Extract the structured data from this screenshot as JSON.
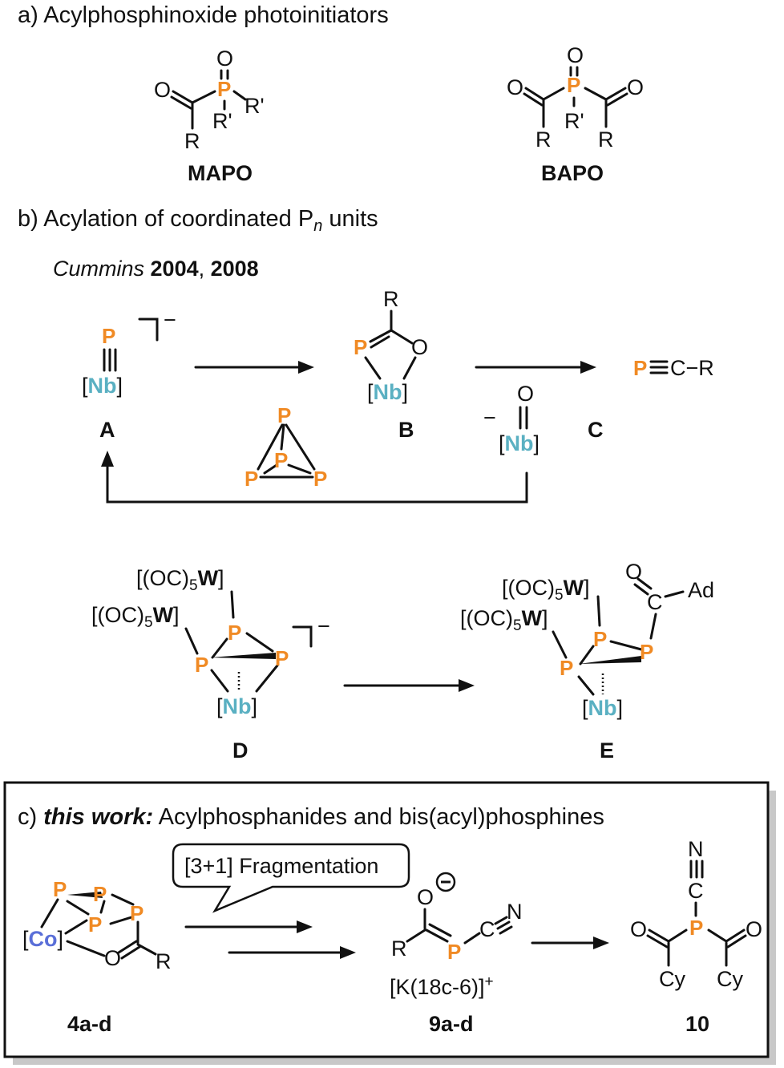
{
  "section_a": {
    "prefix": "a)",
    "title": "Acylphosphinoxide photoinitiators",
    "mapo_label": "MAPO",
    "bapo_label": "BAPO"
  },
  "section_b": {
    "prefix": "b)",
    "title_main": "Acylation of coordinated P",
    "title_sub": "n",
    "title_end": " units",
    "citation_author": "Cummins",
    "citation_year1": "2004",
    "citation_sep": ", ",
    "citation_year2": "2008",
    "compound_a": "A",
    "compound_b": "B",
    "compound_c": "C",
    "compound_d": "D",
    "compound_e": "E"
  },
  "section_c": {
    "prefix": "c)",
    "title_emph": "this work:",
    "title_rest": " Acylphosphanides and bis(acyl)phosphines",
    "callout": "[3+1] Fragmentation",
    "compound_4": "4a-d",
    "compound_9": "9a-d",
    "compound_10": "10",
    "counterion": "[K(18c-6)]",
    "counterion_charge": "+"
  },
  "atoms": {
    "P": "P",
    "O": "O",
    "R": "R",
    "R_prime": "R'",
    "Nb": "Nb",
    "Co": "Co",
    "C": "C",
    "N": "N",
    "Cy": "Cy",
    "Ad": "Ad",
    "W_ligand_prefix": "[(OC)",
    "W_ligand_sub": "5",
    "W": "W",
    "bracket_open": "[",
    "bracket_close": "]",
    "minus": "−",
    "alkyne_C_R": "C−R"
  },
  "colors": {
    "phosphorus": "#f08a24",
    "niobium": "#5ab0c2",
    "cobalt": "#5a6fd8",
    "ink": "#111111"
  }
}
